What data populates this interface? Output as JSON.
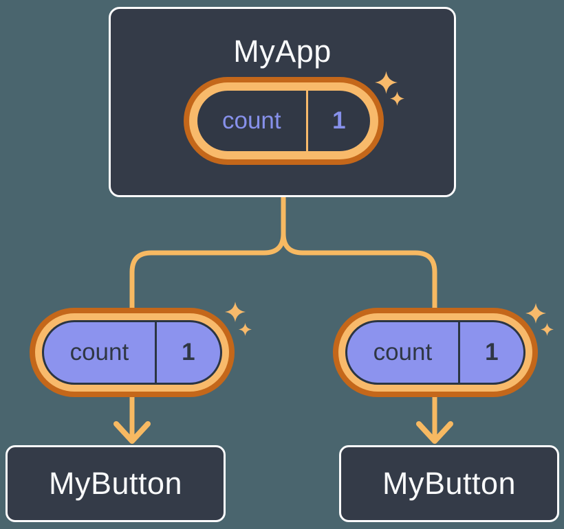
{
  "diagram": {
    "description": "component-tree-state-diagram",
    "app": {
      "name": "MyApp",
      "state": {
        "name": "count",
        "value": "1"
      }
    },
    "buttons": [
      {
        "name": "MyButton",
        "prop": {
          "name": "count",
          "value": "1"
        }
      },
      {
        "name": "MyButton",
        "prop": {
          "name": "count",
          "value": "1"
        }
      }
    ],
    "colors": {
      "background": "#4A656E",
      "box_fill": "#343B48",
      "box_border": "#FDFDFE",
      "title_text": "#F9FAFB",
      "ring_outer_orange": "#C4671A",
      "ring_inner_orange": "#F8BA6B",
      "connector_orange": "#F7B962",
      "state_pill_fill": "#313845",
      "prop_pill_fill": "#8C93EE",
      "state_text": "#8791EB",
      "prop_text": "#2F3744",
      "prop_outline": "#2B3542"
    }
  }
}
